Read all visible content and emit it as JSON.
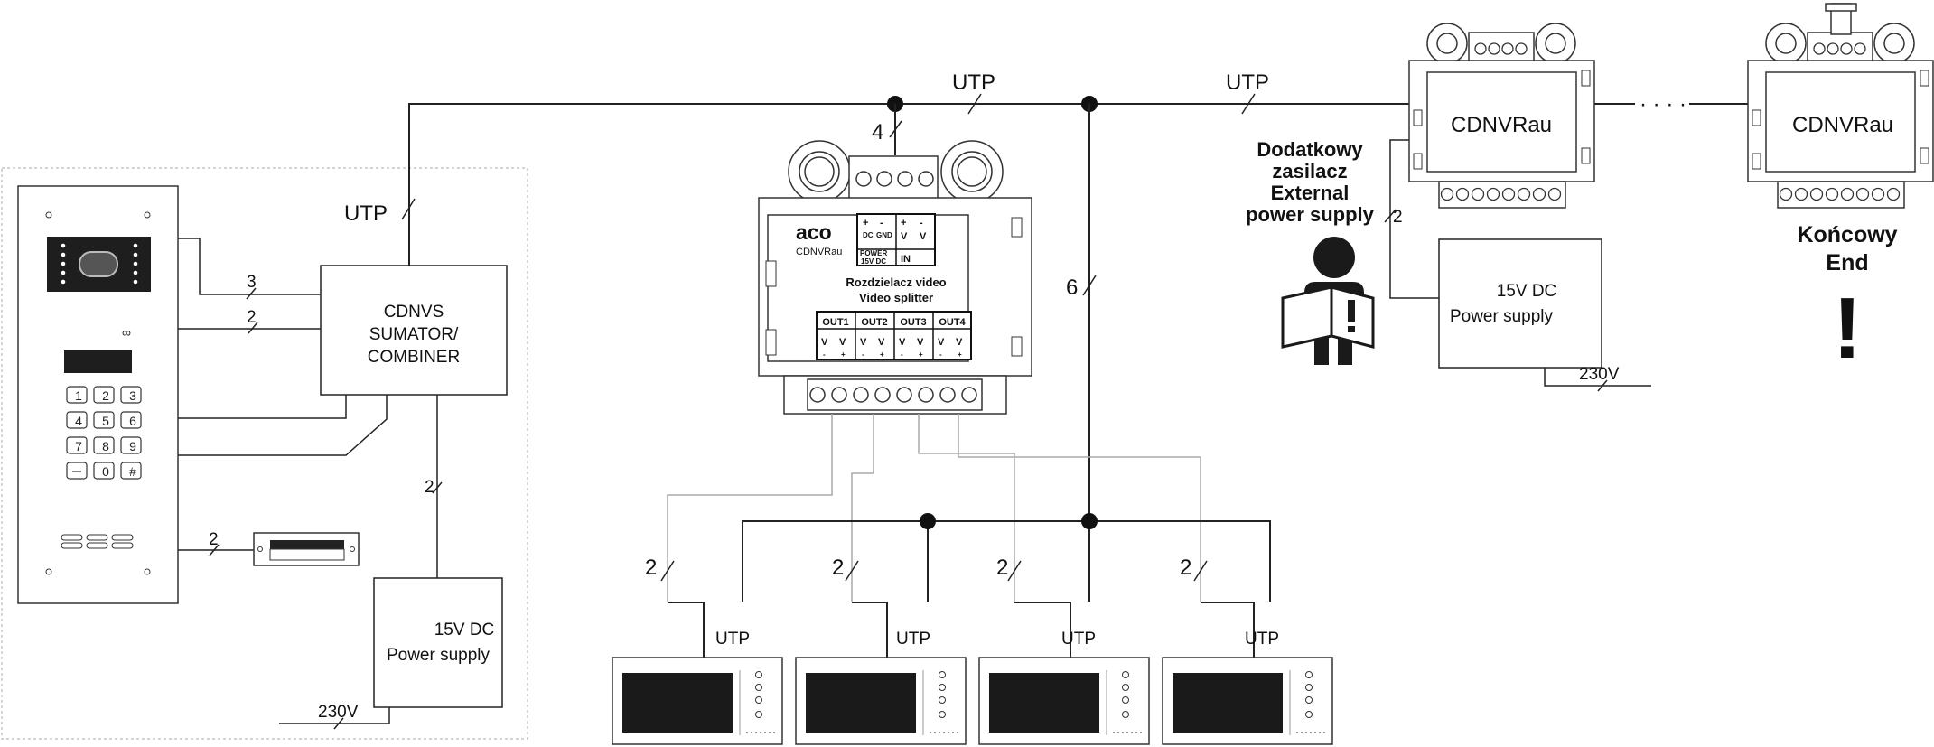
{
  "labels": {
    "utp": "UTP",
    "n2": "2",
    "n3": "3",
    "n4": "4",
    "n6": "6",
    "v230": "230V"
  },
  "combiner": {
    "line1": "CDNVS",
    "line2": "SUMATOR/",
    "line3": "COMBINER"
  },
  "power_supply": {
    "line1": "15V DC",
    "line2": "Power supply"
  },
  "splitter": {
    "logo": "aco",
    "model": "CDNVRau",
    "title_pl": "Rozdzielacz video",
    "title_en": "Video splitter",
    "in_label": "IN",
    "power_label": "POWER",
    "power_sub": "15V DC",
    "dc_label": "DC",
    "gnd_label": "GND",
    "plus": "+",
    "minus": "-",
    "v_sym": "V",
    "outputs": [
      "OUT1",
      "OUT2",
      "OUT3",
      "OUT4"
    ]
  },
  "cdnvrau_label": "CDNVRau",
  "external_psu": {
    "line1": "Dodatkowy",
    "line2": "zasilacz",
    "line3": "External",
    "line4": "power supply"
  },
  "end": {
    "line1": "Końcowy",
    "line2": "End",
    "mark": "!"
  },
  "keypad": [
    "1",
    "2",
    "3",
    "4",
    "5",
    "6",
    "7",
    "8",
    "9",
    "",
    "0",
    "#"
  ],
  "dots": "· · · ·",
  "colors": {
    "line": "#222222",
    "grey_wire": "#aaaaaa",
    "screen": "#1a1a1a"
  }
}
